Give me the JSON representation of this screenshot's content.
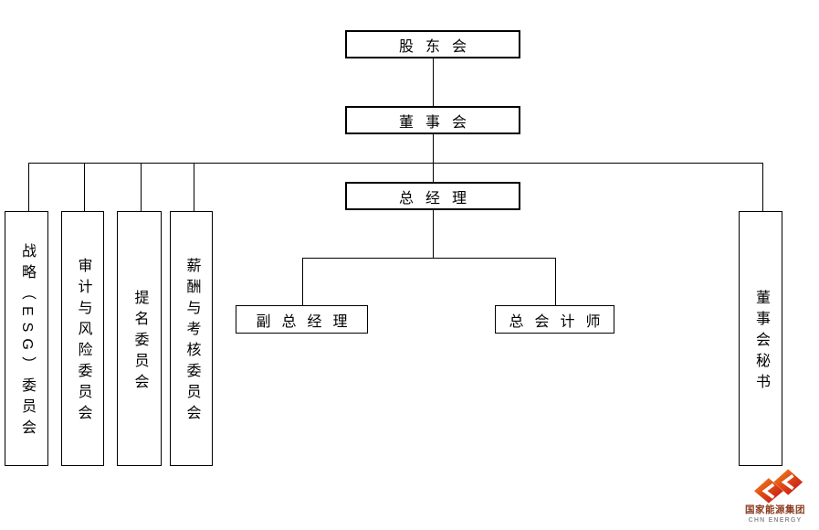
{
  "canvas": {
    "background": "#ffffff",
    "line_color": "#000000",
    "box_border_color": "#000000",
    "text_color": "#000000"
  },
  "org": {
    "shareholders": {
      "label": "股东会"
    },
    "board": {
      "label": "董事会"
    },
    "general_manager": {
      "label": "总经理"
    },
    "deputy_general_manager": {
      "label": "副总经理"
    },
    "chief_accountant": {
      "label": "总会计师"
    },
    "strategy_esg_committee": {
      "label": "战略（ESG）委员会"
    },
    "audit_risk_committee": {
      "label": "审计与风险委员会"
    },
    "nomination_committee": {
      "label": "提名委员会"
    },
    "remuneration_assessment_committee": {
      "label": "薪酬与考核委员会"
    },
    "board_secretary": {
      "label": "董事会秘书"
    }
  },
  "logo": {
    "company_cn": "国家能源集团",
    "company_en": "CHN ENERGY",
    "colors": {
      "brand_red": "#bb1117",
      "brand_orange": "#f0931f",
      "text_cn": "#8a3c20",
      "text_en": "#8f8f8f"
    }
  }
}
